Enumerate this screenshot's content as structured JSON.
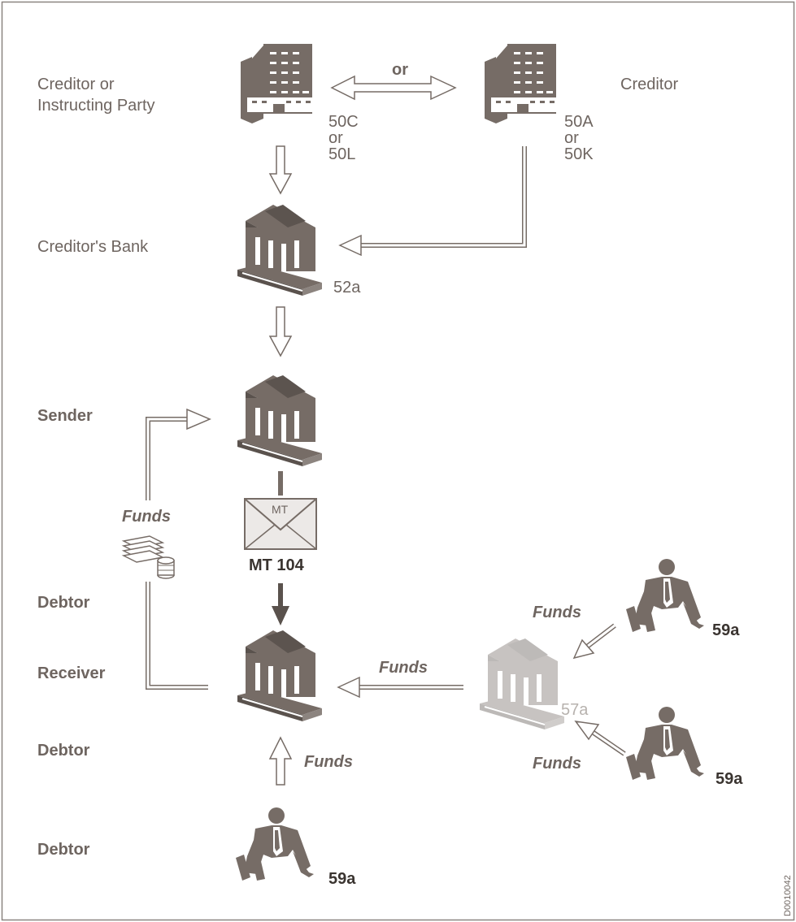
{
  "labels": {
    "creditor_or_instructing_1": "Creditor or",
    "creditor_or_instructing_2": "Instructing Party",
    "creditor": "Creditor",
    "creditors_bank": "Creditor's Bank",
    "sender": "Sender",
    "debtor_1": "Debtor",
    "receiver": "Receiver",
    "debtor_2": "Debtor",
    "debtor_3": "Debtor",
    "or": "or"
  },
  "codes": {
    "c50c": "50C",
    "c_or_1": "or",
    "c50l": "50L",
    "c50a": "50A",
    "c_or_2": "or",
    "c50k": "50K",
    "c52a": "52a",
    "c57a": "57a",
    "c59a_1": "59a",
    "c59a_2": "59a",
    "c59a_3": "59a"
  },
  "message": {
    "envelope_text": "MT",
    "label": "MT 104"
  },
  "funds": {
    "left": "Funds",
    "receiver": "Funds",
    "debtor": "Funds",
    "right_top": "Funds",
    "right_bottom": "Funds"
  },
  "doc_id": "D0010042",
  "colors": {
    "icon": "#766c66",
    "icon_faint": "#c9c5c2",
    "text": "#6e6560",
    "frame": "#8a8480"
  }
}
